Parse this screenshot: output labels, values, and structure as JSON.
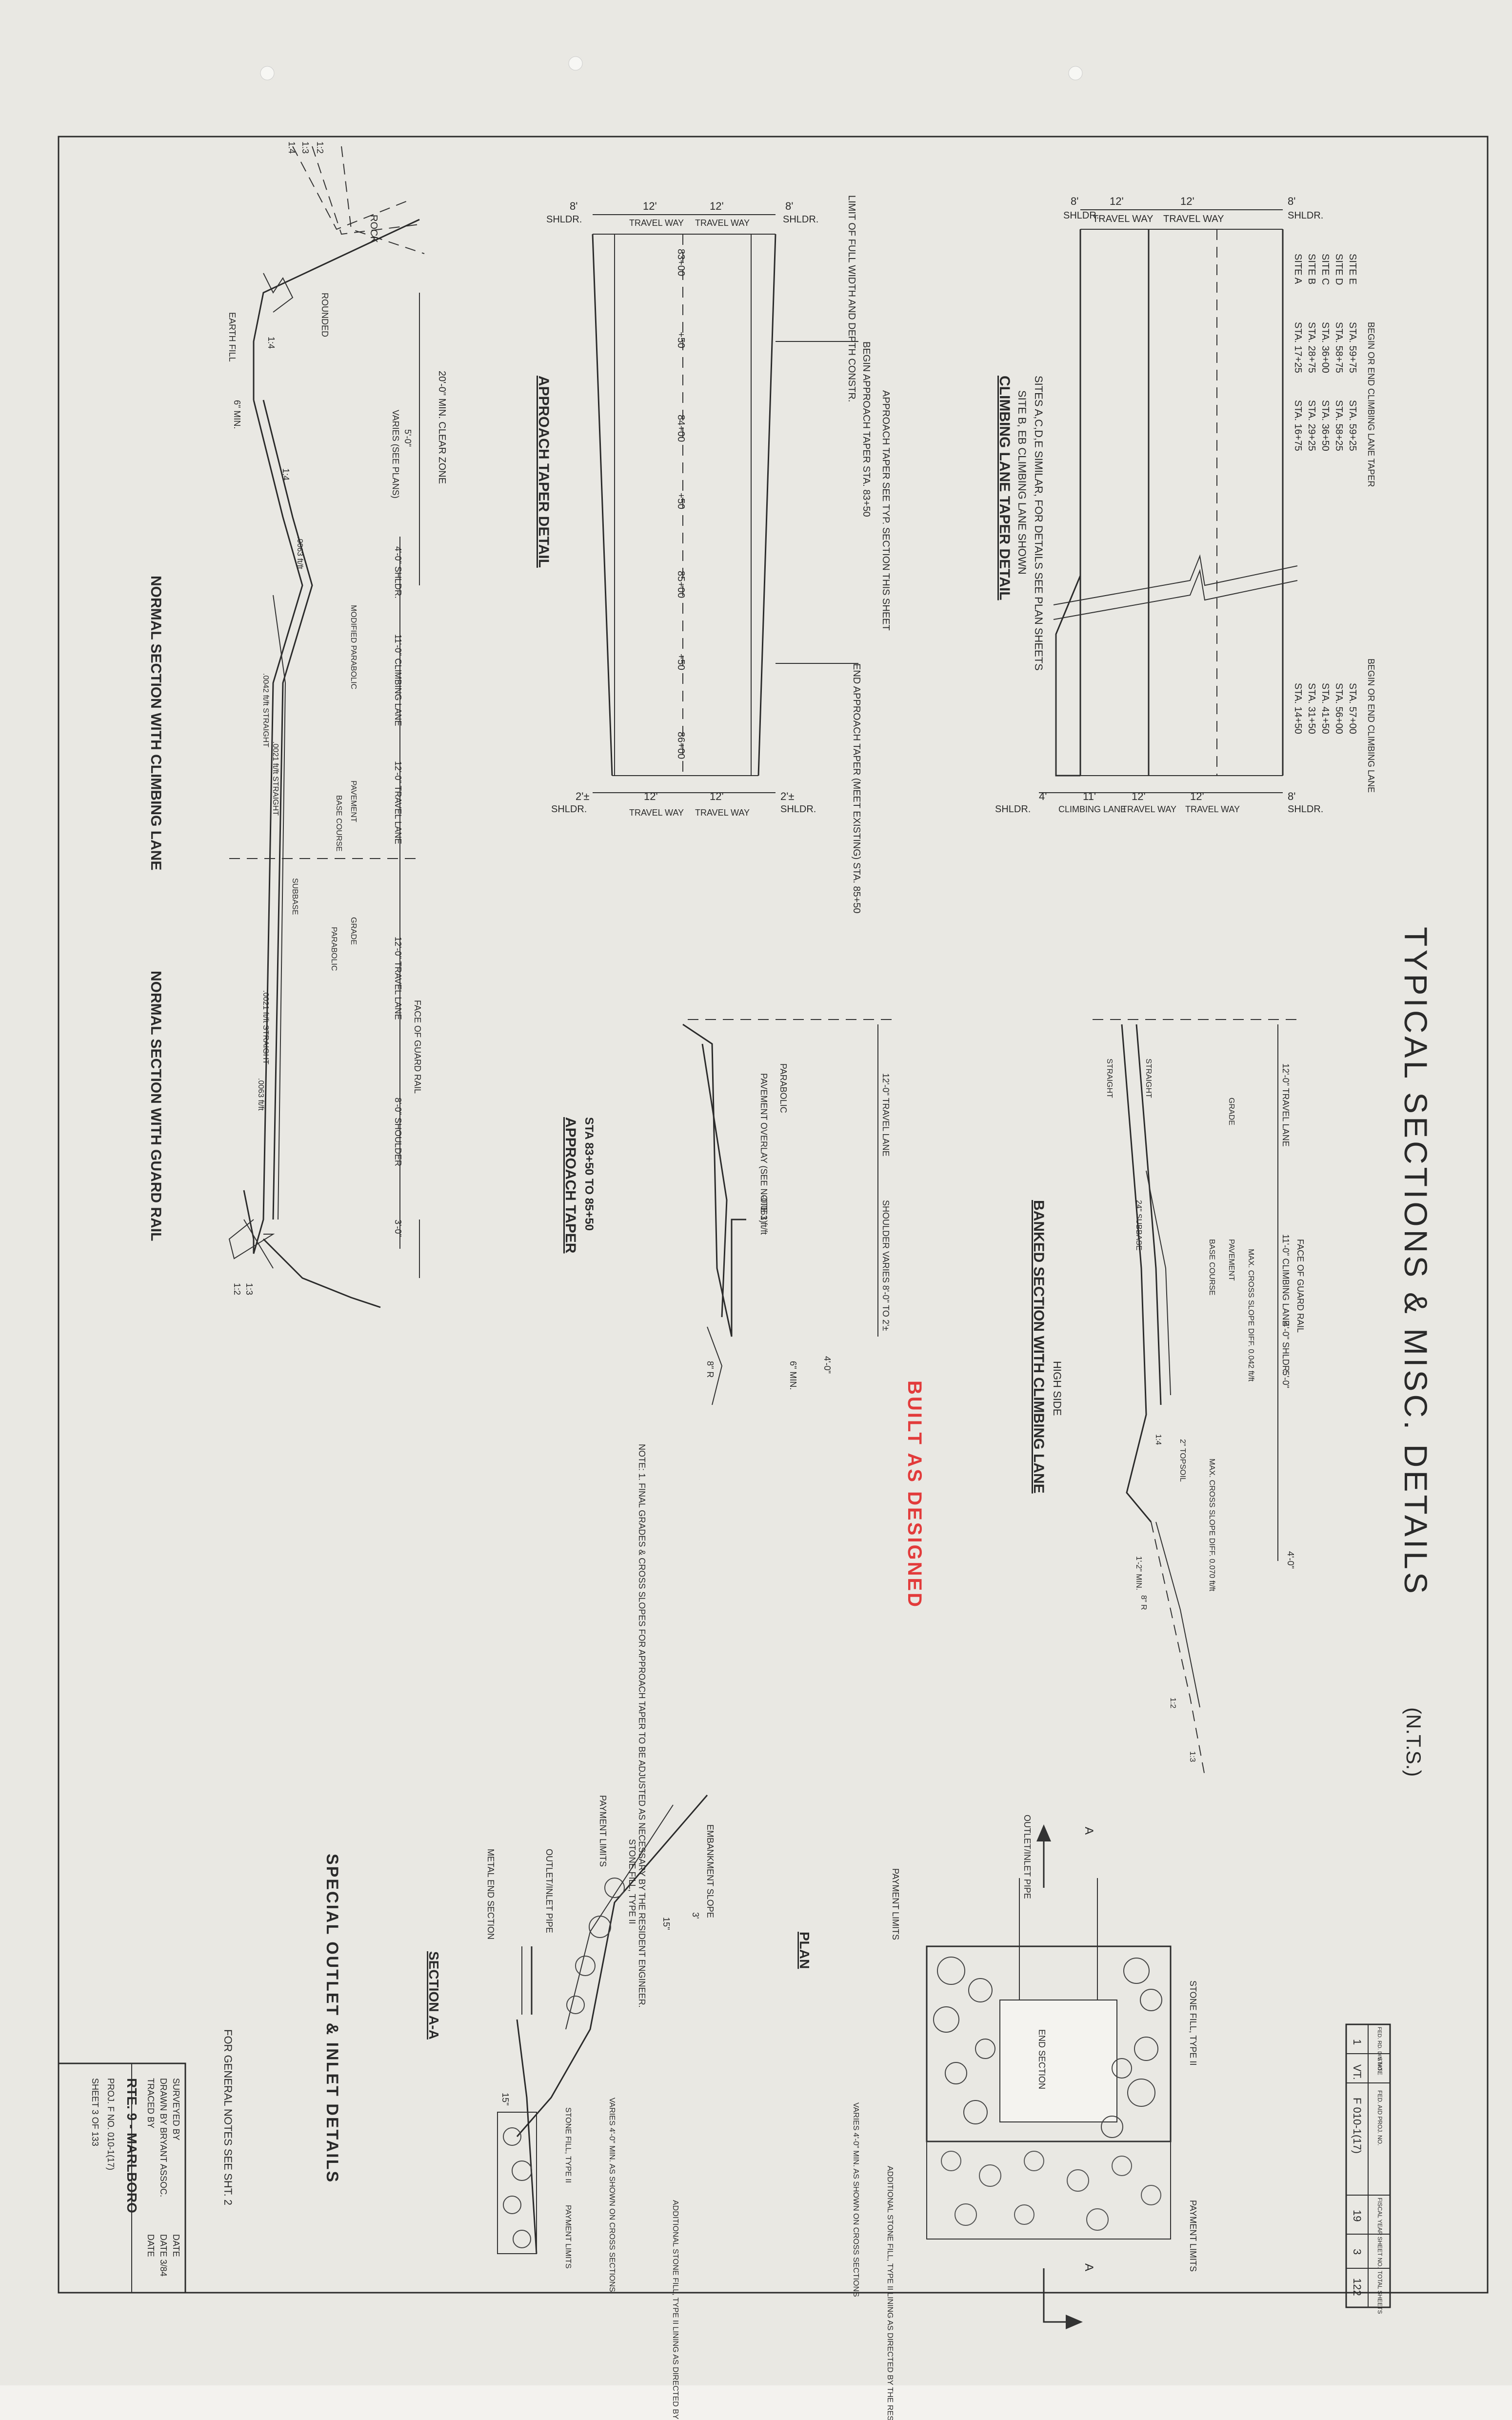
{
  "title": {
    "main": "TYPICAL SECTIONS & MISC. DETAILS",
    "scale": "(N.T.S.)"
  },
  "stamp": "BUILT AS DESIGNED",
  "climbing_lane_taper": {
    "title": "CLIMBING LANE TAPER DETAIL",
    "note1": "SITE B, EB CLIMBING LANE SHOWN",
    "note2": "SITES A,C,D,E SIMILAR, FOR DETAILS SEE PLAN SHEETS",
    "table_begin_header": "BEGIN OR END CLIMBING LANE TAPER",
    "table_lane_header": "BEGIN OR END CLIMBING LANE",
    "sites": [
      {
        "site": "SITE A",
        "taper1": "STA. 17+25",
        "taper2": "STA. 16+75",
        "lane": "STA. 14+50"
      },
      {
        "site": "SITE B",
        "taper1": "STA. 28+75",
        "taper2": "STA. 29+25",
        "lane": "STA. 31+50"
      },
      {
        "site": "SITE C",
        "taper1": "STA. 36+00",
        "taper2": "STA. 36+50",
        "lane": "STA. 41+50"
      },
      {
        "site": "SITE D",
        "taper1": "STA. 58+75",
        "taper2": "STA. 58+25",
        "lane": "STA. 56+00"
      },
      {
        "site": "SITE E",
        "taper1": "STA. 59+75",
        "taper2": "STA. 59+25",
        "lane": "STA. 57+00"
      }
    ],
    "top_dims": [
      "8'",
      "12'",
      "12'",
      "8'"
    ],
    "top_labels": [
      "SHLDR.",
      "TRAVEL WAY",
      "TRAVEL WAY",
      "SHLDR."
    ],
    "bottom_dims": [
      "4'",
      "11'",
      "12'",
      "12'",
      "8'"
    ],
    "bottom_labels": [
      "SHLDR.",
      "CLIMBING LANE",
      "TRAVEL WAY",
      "TRAVEL WAY",
      "SHLDR."
    ]
  },
  "approach_taper_detail": {
    "title": "APPROACH TAPER DETAIL",
    "limit_note": "LIMIT OF FULL WIDTH AND DEPTH CONSTR.",
    "begin_note": "BEGIN APPROACH TAPER STA. 83+50",
    "mid_note": "APPROACH TAPER SEE TYP. SECTION THIS SHEET",
    "end_note": "END APPROACH TAPER (MEET EXISTING) STA. 85+50",
    "stations": [
      "83+00",
      "+50",
      "84+00",
      "+50",
      "85+00",
      "+50",
      "86+00"
    ],
    "top_dims": [
      "8'",
      "12'",
      "12'",
      "8'"
    ],
    "top_labels": [
      "SHLDR.",
      "TRAVEL WAY",
      "TRAVEL WAY",
      "SHLDR."
    ],
    "bottom_dims": [
      "2'±",
      "12'",
      "12'",
      "2'±"
    ],
    "bottom_labels": [
      "SHLDR.",
      "TRAVEL WAY",
      "TRAVEL WAY",
      "SHLDR."
    ]
  },
  "normal_section": {
    "title1": "NORMAL SECTION WITH CLIMBING LANE",
    "title2": "NORMAL SECTION WITH GUARD RAIL",
    "labels": [
      "ROCK",
      "ROUNDED",
      "EARTH FILL",
      "6\" MIN.",
      "20'-0\" MIN. CLEAR ZONE",
      "VARIES (SEE PLANS)",
      "5'-0\"",
      "4'-0\" SHLDR.",
      "11'-0\" CLIMBING LANE",
      "12'-0\" TRAVEL LANE",
      "12'-0\" TRAVEL LANE",
      "8'-0\" SHOULDER",
      "3'-0\"",
      "FACE OF GUARD RAIL",
      "MODIFIED PARABOLIC",
      "PAVEMENT",
      "BASE COURSE",
      "SUBBASE",
      "GRADE",
      "PARABOLIC",
      ".0042 ft/ft STRAIGHT",
      ".0021 ft/ft STRAIGHT",
      ".0063 ft/ft",
      ".0021 ft/ft STRAIGHT",
      ".0063 ft/ft",
      "1:4",
      "1:4",
      "1:2",
      "1:3",
      "1:4",
      "1:3",
      "1:2"
    ]
  },
  "approach_taper": {
    "title": "APPROACH TAPER",
    "subtitle": "STA 83+50 TO 85+50",
    "labels": [
      "12'-0\" TRAVEL LANE",
      "SHOULDER VARIES 8'-0\" TO 2'±",
      "PARABOLIC",
      "PAVEMENT OVERLAY (SEE NOTE 1)",
      "-0.063 ft/ft",
      "4'-0\"",
      "6\" MIN.",
      "8\" R"
    ],
    "note": "NOTE: 1. FINAL GRADES & CROSS SLOPES FOR APPROACH TAPER TO BE ADJUSTED AS NECESSARY BY THE RESIDENT ENGINEER."
  },
  "banked_section": {
    "title": "BANKED SECTION WITH CLIMBING LANE",
    "subtitle": "HIGH SIDE",
    "labels": [
      "12'-0\" TRAVEL LANE",
      "11'-0\" CLIMBING LANE",
      "4'-0\" SHLDR.",
      "5'-0\"",
      "4'-0\"",
      "FACE OF GUARD RAIL",
      "GRADE",
      "STRAIGHT",
      "STRAIGHT",
      "MAX. CROSS SLOPE DIFF. 0.042 ft/ft",
      "MAX. CROSS SLOPE DIFF. 0.070 ft/ft",
      "PAVEMENT",
      "BASE COURSE",
      "24\" SUBBASE",
      "2\" TOPSOIL",
      "1:4",
      "1:2",
      "1:3",
      "1'-2\" MIN.",
      "8\" R"
    ]
  },
  "outlet_inlet": {
    "title": "SPECIAL OUTLET & INLET DETAILS",
    "plan_title": "PLAN",
    "section_title": "SECTION A-A",
    "plan_labels": [
      "OUTLET/INLET PIPE",
      "PAYMENT LIMITS",
      "END SECTION",
      "STONE FILL, TYPE II",
      "PAYMENT LIMITS",
      "VARIES 4'-0\" MIN. AS SHOWN ON CROSS SECTIONS",
      "ADDITIONAL STONE FILL, TYPE II LINING AS DIRECTED BY THE RESIDENT ENGINEER",
      "A",
      "A"
    ],
    "section_labels": [
      "EMBANKMENT SLOPE",
      "STONE FILL, TYPE II",
      "PAYMENT LIMITS",
      "OUTLET/INLET PIPE",
      "METAL END SECTION",
      "3'",
      "15\"",
      "15\"",
      "VARIES 4'-0\" MIN. AS SHOWN ON CROSS SECTIONS",
      "STONE FILL, TYPE II",
      "PAYMENT LIMITS",
      "ADDITIONAL STONE FILL, TYPE II LINING AS DIRECTED BY THE RESIDENT ENGINEER"
    ]
  },
  "general_note": "FOR GENERAL NOTES SEE SHT. 2",
  "title_block": {
    "surveyed_by": "SURVEYED BY",
    "drawn_by": "DRAWN BY BRYANT ASSOC.",
    "drawn_date": "DATE 3/84",
    "traced_by": "TRACED BY",
    "date_label": "DATE",
    "route": "RTE. 9 - MARLBORO",
    "project": "PROJ. F NO. 010-1(17)",
    "sheet": "SHEET 3 OF 133"
  },
  "project_block": {
    "headers": [
      "FED. RD. DIV. NO.",
      "STATE",
      "FED. AID PROJ. NO.",
      "FISCAL YEAR",
      "SHEET NO.",
      "TOTAL SHEETS"
    ],
    "values": [
      "1",
      "VT.",
      "F 010-1(17)",
      "19",
      "3",
      "122"
    ]
  }
}
